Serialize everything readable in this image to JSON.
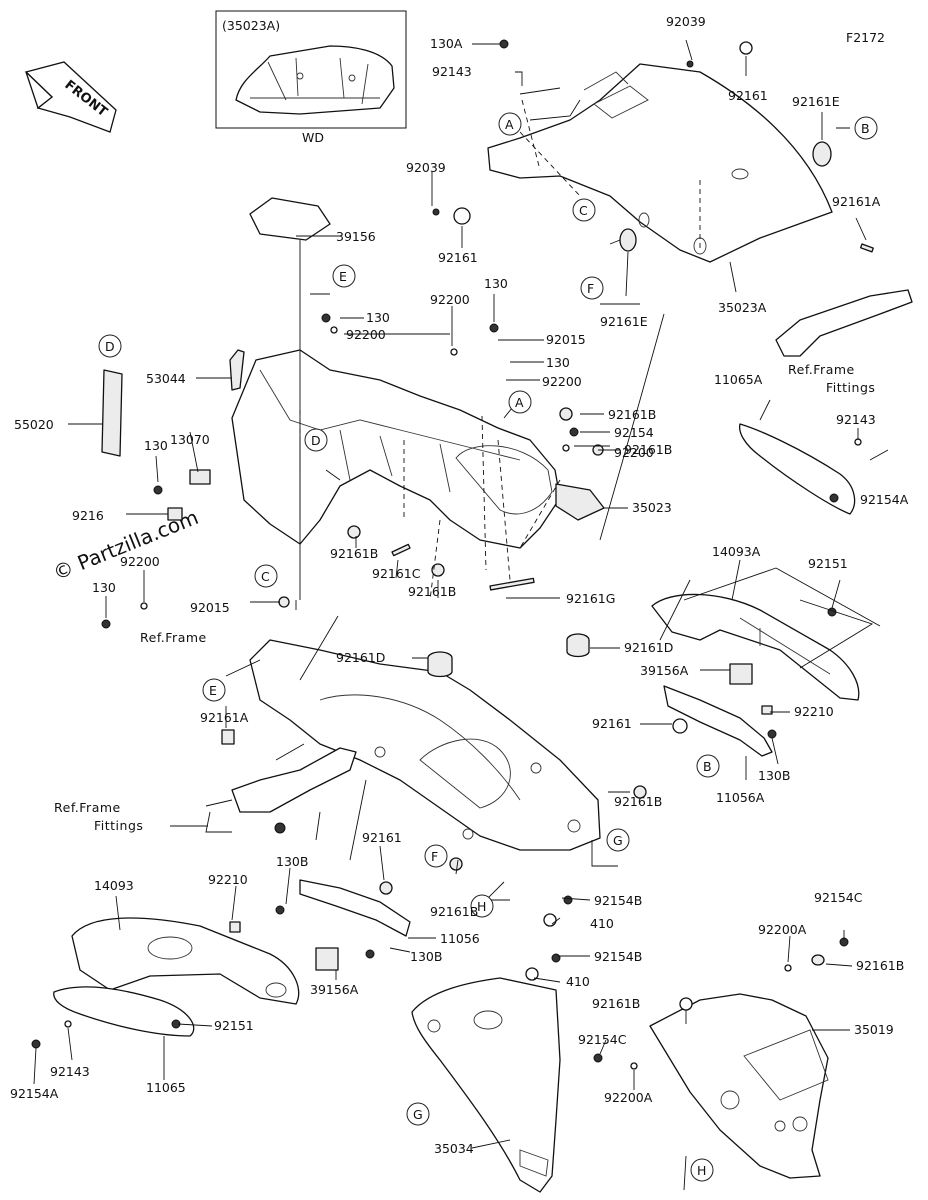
{
  "figure_code": "F2172",
  "front_arrow_label": "FRONT",
  "inset": {
    "code": "(35023A)",
    "caption": "WD"
  },
  "watermark": "© Partzilla.com",
  "ref_frame": "Ref.Frame",
  "ref_frame_fittings": [
    "Ref.Frame",
    "Fittings"
  ],
  "ref_frame_fittings_left": [
    "Ref.Frame",
    "Fittings"
  ],
  "callouts": {
    "A1": "A",
    "A2": "A",
    "B1": "B",
    "B2": "B",
    "C1": "C",
    "C2": "C",
    "D1": "D",
    "D2": "D",
    "E1": "E",
    "E2": "E",
    "F1": "F",
    "F2": "F",
    "G1": "G",
    "G2": "G",
    "H1": "H",
    "H2": "H"
  },
  "labels": {
    "p130A": "130A",
    "p92039a": "92039",
    "p92143a": "92143",
    "p92161a": "92161",
    "p92161E_a": "92161E",
    "p92039b": "92039",
    "p92161b": "92161",
    "p92161A_r": "92161A",
    "p35023A": "35023A",
    "p92161E_b": "92161E",
    "p39156": "39156",
    "p92200a": "92200",
    "p130a": "130",
    "p130b": "130",
    "p92200b": "92200",
    "p92015a": "92015",
    "p130c": "130",
    "p92200c": "92200",
    "p53044": "53044",
    "p55020": "55020",
    "p13070": "13070",
    "p130d": "130",
    "p9216x": "9216",
    "p92200d": "92200",
    "p130e": "130",
    "p92015b": "92015",
    "p92161B_a": "92161B",
    "p92154": "92154",
    "p92200e": "92200",
    "p92161B_b": "92161B",
    "p35023": "35023",
    "p92161B_c": "92161B",
    "p92161C": "92161C",
    "p92161B_d": "92161B",
    "p92161G": "92161G",
    "p11065A": "11065A",
    "p92143b": "92143",
    "p92154A_r": "92154A",
    "p14093A": "14093A",
    "p92151a": "92151",
    "p92161D_a": "92161D",
    "p92161D_b": "92161D",
    "p39156A_r": "39156A",
    "p92210a": "92210",
    "p92161c": "92161",
    "p130B_r": "130B",
    "p11056A": "11056A",
    "p92161B_e": "92161B",
    "p92161A_l": "92161A",
    "p92161d": "92161",
    "p130B_a": "130B",
    "p14093": "14093",
    "p92210b": "92210",
    "p11056": "11056",
    "p130B_b": "130B",
    "p92161B_f": "92161B",
    "p92154B_a": "92154B",
    "p410a": "410",
    "p92154B_b": "92154B",
    "p410b": "410",
    "p92151b": "92151",
    "p39156A_l": "39156A",
    "p92143c": "92143",
    "p92154A_l": "92154A",
    "p11065": "11065",
    "p92154C_a": "92154C",
    "p92200A_a": "92200A",
    "p92161B_g": "92161B",
    "p35019": "35019",
    "p92161B_h": "92161B",
    "p92154C_b": "92154C",
    "p92200A_b": "92200A",
    "p35034": "35034"
  }
}
